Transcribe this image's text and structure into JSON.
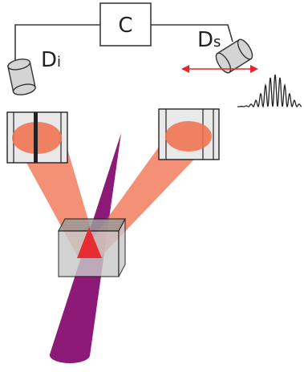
{
  "labels": {
    "coincidence": "C",
    "idler_main": "D",
    "idler_sub": "i",
    "signal_main": "D",
    "signal_sub": "s"
  },
  "colors": {
    "wire": "#3a3a3a",
    "beam": "#f0714f",
    "beam_overlap": "#e8252a",
    "pump": "#8e1a78",
    "arrow": "#e8252a",
    "detector_fill": "#d4d4d4",
    "detector_stroke": "#333333",
    "crystal_fill": "#c9c9c9",
    "crystal_top": "#9a9a9a",
    "screen_fill": "#e9e9e9",
    "screen_stroke": "#222222",
    "interference_curve": "#222222"
  },
  "icons": {
    "idler_detector": "cylinder-detector-icon",
    "signal_detector": "cylinder-detector-icon",
    "scan_arrow": "double-headed-arrow-icon",
    "interference_trace": "interference-fringe-icon",
    "crystal": "nonlinear-crystal-icon",
    "idler_screen": "single-slit-screen-icon",
    "signal_screen": "double-slit-screen-icon"
  }
}
